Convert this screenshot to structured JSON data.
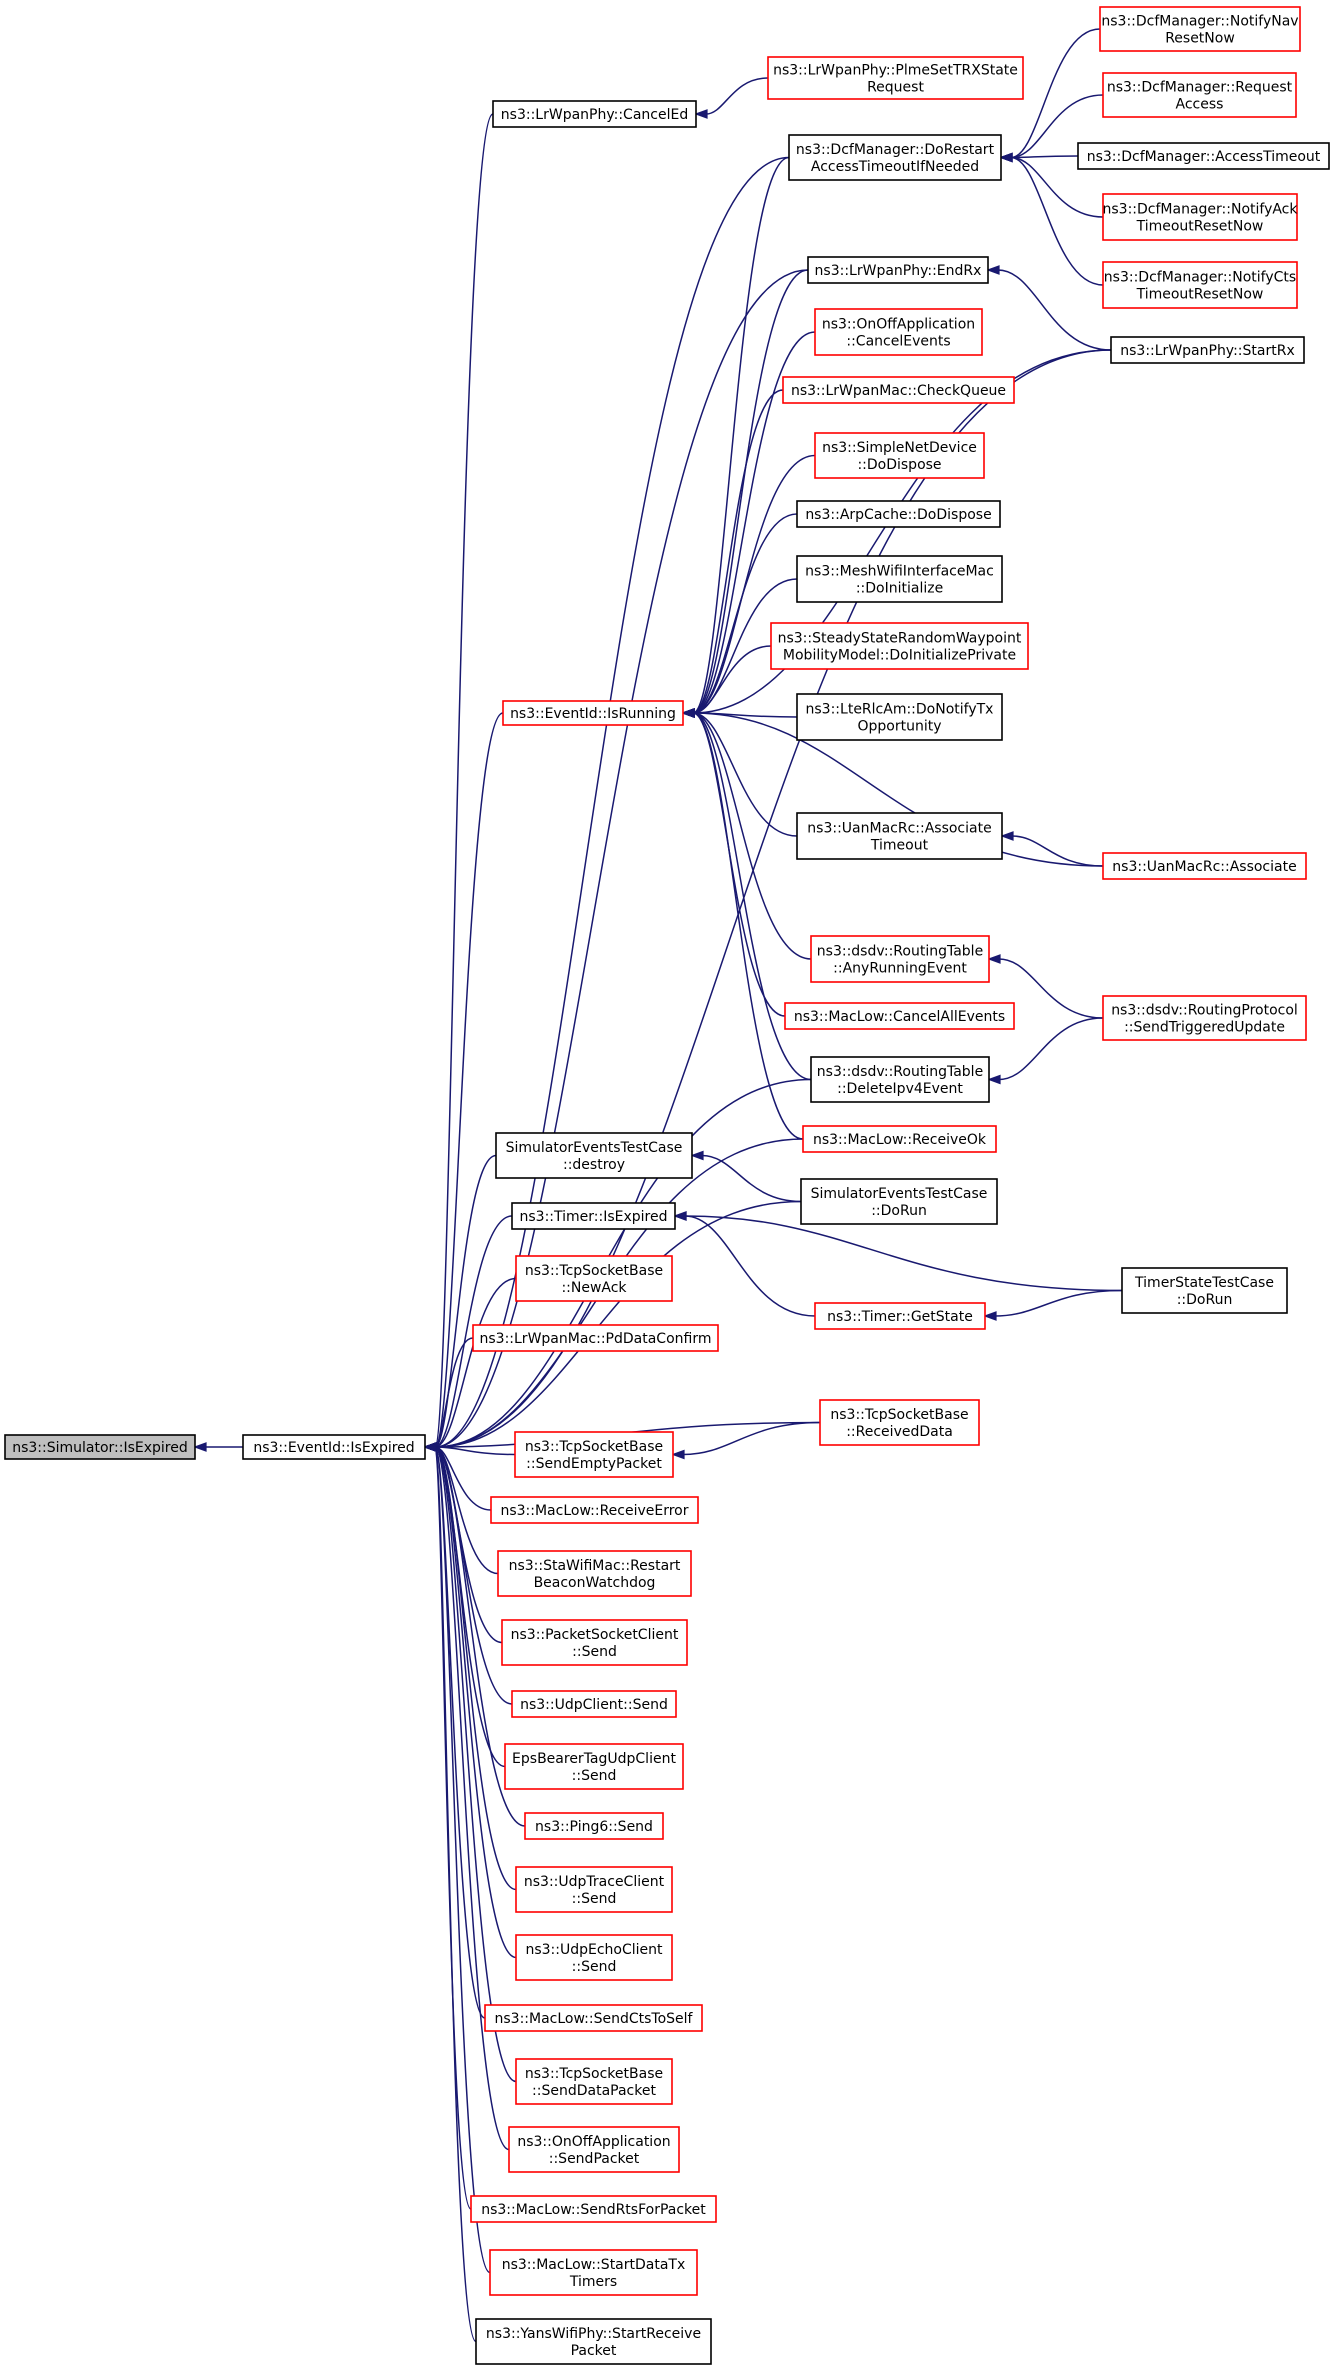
{
  "colors": {
    "edge": "#191970",
    "border_documented": "#000000",
    "border_undocumented": "#ff0000",
    "root_fill": "#bfbfbf",
    "node_fill": "#ffffff"
  },
  "nodes": [
    {
      "id": "n0",
      "lines": [
        "ns3::Simulator::IsExpired"
      ],
      "style": "root"
    },
    {
      "id": "n1",
      "lines": [
        "ns3::EventId::IsExpired"
      ],
      "style": "black"
    },
    {
      "id": "n2",
      "lines": [
        "ns3::EventId::IsRunning"
      ],
      "style": "red"
    },
    {
      "id": "n3",
      "lines": [
        "ns3::LrWpanPhy::CancelEd"
      ],
      "style": "black"
    },
    {
      "id": "n4",
      "lines": [
        "ns3::LrWpanPhy::PlmeSetTRXState",
        "Request"
      ],
      "style": "red"
    },
    {
      "id": "n5",
      "lines": [
        "ns3::DcfManager::DoRestart",
        "AccessTimeoutIfNeeded"
      ],
      "style": "black"
    },
    {
      "id": "n6",
      "lines": [
        "ns3::DcfManager::NotifyNav",
        "ResetNow"
      ],
      "style": "red"
    },
    {
      "id": "n7",
      "lines": [
        "ns3::DcfManager::Request",
        "Access"
      ],
      "style": "red"
    },
    {
      "id": "n8",
      "lines": [
        "ns3::DcfManager::AccessTimeout"
      ],
      "style": "black"
    },
    {
      "id": "n9",
      "lines": [
        "ns3::DcfManager::NotifyAck",
        "TimeoutResetNow"
      ],
      "style": "red"
    },
    {
      "id": "n10",
      "lines": [
        "ns3::DcfManager::NotifyCts",
        "TimeoutResetNow"
      ],
      "style": "red"
    },
    {
      "id": "n11",
      "lines": [
        "ns3::LrWpanPhy::EndRx"
      ],
      "style": "black"
    },
    {
      "id": "n12",
      "lines": [
        "ns3::LrWpanPhy::StartRx"
      ],
      "style": "black"
    },
    {
      "id": "n13",
      "lines": [
        "ns3::OnOffApplication",
        "::CancelEvents"
      ],
      "style": "red"
    },
    {
      "id": "n14",
      "lines": [
        "ns3::LrWpanMac::CheckQueue"
      ],
      "style": "red"
    },
    {
      "id": "n15",
      "lines": [
        "ns3::SimpleNetDevice",
        "::DoDispose"
      ],
      "style": "red"
    },
    {
      "id": "n16",
      "lines": [
        "ns3::ArpCache::DoDispose"
      ],
      "style": "black"
    },
    {
      "id": "n17",
      "lines": [
        "ns3::MeshWifiInterfaceMac",
        "::DoInitialize"
      ],
      "style": "black"
    },
    {
      "id": "n18",
      "lines": [
        "ns3::SteadyStateRandomWaypoint",
        "MobilityModel::DoInitializePrivate"
      ],
      "style": "red"
    },
    {
      "id": "n19",
      "lines": [
        "ns3::LteRlcAm::DoNotifyTx",
        "Opportunity"
      ],
      "style": "black"
    },
    {
      "id": "n20",
      "lines": [
        "ns3::UanMacRc::Associate",
        "Timeout"
      ],
      "style": "black"
    },
    {
      "id": "n21",
      "lines": [
        "ns3::UanMacRc::Associate"
      ],
      "style": "red"
    },
    {
      "id": "n22",
      "lines": [
        "ns3::dsdv::RoutingTable",
        "::AnyRunningEvent"
      ],
      "style": "red"
    },
    {
      "id": "n23",
      "lines": [
        "ns3::dsdv::RoutingProtocol",
        "::SendTriggeredUpdate"
      ],
      "style": "red"
    },
    {
      "id": "n24",
      "lines": [
        "ns3::MacLow::CancelAllEvents"
      ],
      "style": "red"
    },
    {
      "id": "n25",
      "lines": [
        "ns3::dsdv::RoutingTable",
        "::DeleteIpv4Event"
      ],
      "style": "black"
    },
    {
      "id": "n26",
      "lines": [
        "ns3::MacLow::ReceiveOk"
      ],
      "style": "red"
    },
    {
      "id": "n27",
      "lines": [
        "SimulatorEventsTestCase",
        "::destroy"
      ],
      "style": "black"
    },
    {
      "id": "n28",
      "lines": [
        "SimulatorEventsTestCase",
        "::DoRun"
      ],
      "style": "black"
    },
    {
      "id": "n29",
      "lines": [
        "ns3::Timer::IsExpired"
      ],
      "style": "black"
    },
    {
      "id": "n30",
      "lines": [
        "TimerStateTestCase",
        "::DoRun"
      ],
      "style": "black"
    },
    {
      "id": "n31",
      "lines": [
        "ns3::Timer::GetState"
      ],
      "style": "red"
    },
    {
      "id": "n32",
      "lines": [
        "ns3::TcpSocketBase",
        "::NewAck"
      ],
      "style": "red"
    },
    {
      "id": "n33",
      "lines": [
        "ns3::LrWpanMac::PdDataConfirm"
      ],
      "style": "red"
    },
    {
      "id": "n34",
      "lines": [
        "ns3::TcpSocketBase",
        "::ReceivedData"
      ],
      "style": "red"
    },
    {
      "id": "n35",
      "lines": [
        "ns3::TcpSocketBase",
        "::SendEmptyPacket"
      ],
      "style": "red"
    },
    {
      "id": "n36",
      "lines": [
        "ns3::MacLow::ReceiveError"
      ],
      "style": "red"
    },
    {
      "id": "n37",
      "lines": [
        "ns3::StaWifiMac::Restart",
        "BeaconWatchdog"
      ],
      "style": "red"
    },
    {
      "id": "n38",
      "lines": [
        "ns3::PacketSocketClient",
        "::Send"
      ],
      "style": "red"
    },
    {
      "id": "n39",
      "lines": [
        "ns3::UdpClient::Send"
      ],
      "style": "red"
    },
    {
      "id": "n40",
      "lines": [
        "EpsBearerTagUdpClient",
        "::Send"
      ],
      "style": "red"
    },
    {
      "id": "n41",
      "lines": [
        "ns3::Ping6::Send"
      ],
      "style": "red"
    },
    {
      "id": "n42",
      "lines": [
        "ns3::UdpTraceClient",
        "::Send"
      ],
      "style": "red"
    },
    {
      "id": "n43",
      "lines": [
        "ns3::UdpEchoClient",
        "::Send"
      ],
      "style": "red"
    },
    {
      "id": "n44",
      "lines": [
        "ns3::MacLow::SendCtsToSelf"
      ],
      "style": "red"
    },
    {
      "id": "n45",
      "lines": [
        "ns3::TcpSocketBase",
        "::SendDataPacket"
      ],
      "style": "red"
    },
    {
      "id": "n46",
      "lines": [
        "ns3::OnOffApplication",
        "::SendPacket"
      ],
      "style": "red"
    },
    {
      "id": "n47",
      "lines": [
        "ns3::MacLow::SendRtsForPacket"
      ],
      "style": "red"
    },
    {
      "id": "n48",
      "lines": [
        "ns3::MacLow::StartDataTx",
        "Timers"
      ],
      "style": "red"
    },
    {
      "id": "n49",
      "lines": [
        "ns3::YansWifiPhy::StartReceive",
        "Packet"
      ],
      "style": "black"
    }
  ],
  "edges": [
    [
      "n1",
      "n0"
    ],
    [
      "n2",
      "n1"
    ],
    [
      "n3",
      "n1"
    ],
    [
      "n5",
      "n1"
    ],
    [
      "n11",
      "n1"
    ],
    [
      "n12",
      "n1"
    ],
    [
      "n25",
      "n1"
    ],
    [
      "n26",
      "n1"
    ],
    [
      "n27",
      "n1"
    ],
    [
      "n28",
      "n1"
    ],
    [
      "n29",
      "n1"
    ],
    [
      "n32",
      "n1"
    ],
    [
      "n33",
      "n1"
    ],
    [
      "n34",
      "n1"
    ],
    [
      "n35",
      "n1"
    ],
    [
      "n36",
      "n1"
    ],
    [
      "n37",
      "n1"
    ],
    [
      "n38",
      "n1"
    ],
    [
      "n39",
      "n1"
    ],
    [
      "n40",
      "n1"
    ],
    [
      "n41",
      "n1"
    ],
    [
      "n42",
      "n1"
    ],
    [
      "n43",
      "n1"
    ],
    [
      "n44",
      "n1"
    ],
    [
      "n45",
      "n1"
    ],
    [
      "n46",
      "n1"
    ],
    [
      "n47",
      "n1"
    ],
    [
      "n48",
      "n1"
    ],
    [
      "n49",
      "n1"
    ],
    [
      "n4",
      "n3"
    ],
    [
      "n6",
      "n5"
    ],
    [
      "n7",
      "n5"
    ],
    [
      "n8",
      "n5"
    ],
    [
      "n9",
      "n5"
    ],
    [
      "n10",
      "n5"
    ],
    [
      "n5",
      "n2"
    ],
    [
      "n11",
      "n2"
    ],
    [
      "n12",
      "n2"
    ],
    [
      "n13",
      "n2"
    ],
    [
      "n14",
      "n2"
    ],
    [
      "n15",
      "n2"
    ],
    [
      "n16",
      "n2"
    ],
    [
      "n17",
      "n2"
    ],
    [
      "n18",
      "n2"
    ],
    [
      "n19",
      "n2"
    ],
    [
      "n20",
      "n2"
    ],
    [
      "n21",
      "n2"
    ],
    [
      "n22",
      "n2"
    ],
    [
      "n24",
      "n2"
    ],
    [
      "n25",
      "n2"
    ],
    [
      "n26",
      "n2"
    ],
    [
      "n12",
      "n11"
    ],
    [
      "n21",
      "n20"
    ],
    [
      "n23",
      "n22"
    ],
    [
      "n23",
      "n25"
    ],
    [
      "n28",
      "n27"
    ],
    [
      "n30",
      "n29"
    ],
    [
      "n31",
      "n29"
    ],
    [
      "n30",
      "n31"
    ],
    [
      "n34",
      "n35"
    ]
  ]
}
